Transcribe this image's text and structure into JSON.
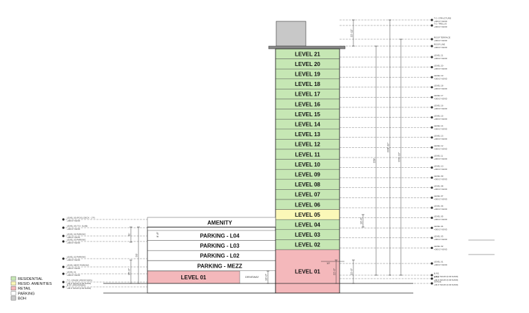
{
  "colors": {
    "residential": "#c6e7b4",
    "amenity": "#fbf8b8",
    "retail": "#f4b8bb",
    "parking": "#ffffff",
    "boh": "#c8c8c8",
    "line": "#333333"
  },
  "tower_levels": [
    {
      "label": "LEVEL 21",
      "type": "residential"
    },
    {
      "label": "LEVEL 20",
      "type": "residential"
    },
    {
      "label": "LEVEL 19",
      "type": "residential"
    },
    {
      "label": "LEVEL 18",
      "type": "residential"
    },
    {
      "label": "LEVEL 17",
      "type": "residential"
    },
    {
      "label": "LEVEL 16",
      "type": "residential"
    },
    {
      "label": "LEVEL 15",
      "type": "residential"
    },
    {
      "label": "LEVEL 14",
      "type": "residential"
    },
    {
      "label": "LEVEL 13",
      "type": "residential"
    },
    {
      "label": "LEVEL 12",
      "type": "residential"
    },
    {
      "label": "LEVEL 11",
      "type": "residential"
    },
    {
      "label": "LEVEL 10",
      "type": "residential"
    },
    {
      "label": "LEVEL 09",
      "type": "residential"
    },
    {
      "label": "LEVEL 08",
      "type": "residential"
    },
    {
      "label": "LEVEL 07",
      "type": "residential"
    },
    {
      "label": "LEVEL 06",
      "type": "residential"
    },
    {
      "label": "LEVEL 05",
      "type": "amenity"
    },
    {
      "label": "LEVEL 04",
      "type": "residential"
    },
    {
      "label": "LEVEL 03",
      "type": "residential"
    },
    {
      "label": "LEVEL 02",
      "type": "residential"
    },
    {
      "label": "LEVEL 01",
      "type": "retail"
    }
  ],
  "podium": {
    "amenity": "AMENITY",
    "parking_levels": [
      "PARKING - L04",
      "PARKING - L03",
      "PARKING - L02",
      "PARKING - MEZZ"
    ],
    "level01": "LEVEL 01",
    "driveway": "DRIVEWAY"
  },
  "left_annotations": [
    "LEVEL 05 (POOL DECK - 1\"F)",
    "+000.0' NGVD",
    "LEVEL 05 (T.O. SLAB)",
    "+000.0' NGVD",
    "LEVEL 04 PARKING",
    "+000.0' NGVD",
    "LEVEL 03 PARKING",
    "+000.0' NGVD",
    "LEVEL 02 PARKING",
    "+000.0' NGVD",
    "LEVEL MEZZ PARKING",
    "+000.0' NGVD",
    "LEVEL 01",
    "+000.0' NGVD",
    "T.O. GRADE (PROPOSED)",
    "+00.0' NGVD (0.00 NAVD)",
    "B.F.F. (PROPOSED)",
    "+00.0' NGVD (0.00 NAVD)"
  ],
  "right_annotations": [
    "T.O. STRUCTURE",
    "+000.0' NGVD",
    "T.O. TRELLIS",
    "+000.0' NGVD",
    "ROOF TERRACE",
    "+000.0' NGVD",
    "ROOF LINE",
    "+000.0' NGVD",
    "LEVEL 21",
    "+000.0' NGVD",
    "LEVEL 20",
    "+000.0' NGVD",
    "LEVEL 19",
    "+000.0' NGVD",
    "LEVEL 18",
    "+000.0' NGVD",
    "LEVEL 17",
    "+000.0' NGVD",
    "LEVEL 16",
    "+000.0' NGVD",
    "LEVEL 15",
    "+000.0' NGVD",
    "LEVEL 14",
    "+000.0' NGVD",
    "LEVEL 13",
    "+000.0' NGVD",
    "LEVEL 12",
    "+000.0' NGVD",
    "LEVEL 11",
    "+000.0' NGVD",
    "LEVEL 10",
    "+000.0' NGVD",
    "LEVEL 09",
    "+000.0' NGVD",
    "LEVEL 08",
    "+000.0' NGVD",
    "LEVEL 07",
    "+000.0' NGVD",
    "LEVEL 06",
    "+000.0' NGVD",
    "LEVEL 05",
    "+000.0' NGVD",
    "LEVEL 04",
    "+000.0' NGVD",
    "LEVEL 03",
    "+000.0' NGVD",
    "LEVEL 02",
    "+000.0' NGVD",
    "LEVEL 01",
    "+000.0' NGVD",
    "B.F.E.",
    "+00.0' NGVD (0.00 NAVD)",
    "B.F.E.",
    "+00.0' NGVD (0.00 NAVD)",
    "GRADE",
    "+00.0' NGVD (0.00 NAVD)"
  ],
  "dimensions": {
    "roof": "22'-11\"",
    "tower_a": "228'",
    "tower_b": "228'-11\"",
    "tower_c": "220'-11\"",
    "l05": "10'-4\"",
    "l01": "22'-0\"",
    "l01_b": "22'-0\"",
    "setback": "10'",
    "podium_a": "11'",
    "podium_b": "55'",
    "podium_c": "15'-0\"",
    "parking_a": "8'-8\"",
    "driveway_dim": "10'-0\""
  },
  "legend": [
    {
      "label": "RESIDENTIAL",
      "type": "residential"
    },
    {
      "label": "RESID. AMENITIES",
      "type": "amenity"
    },
    {
      "label": "RETAIL",
      "type": "retail"
    },
    {
      "label": "PARKING",
      "type": "parking"
    },
    {
      "label": "BOH",
      "type": "boh"
    }
  ]
}
